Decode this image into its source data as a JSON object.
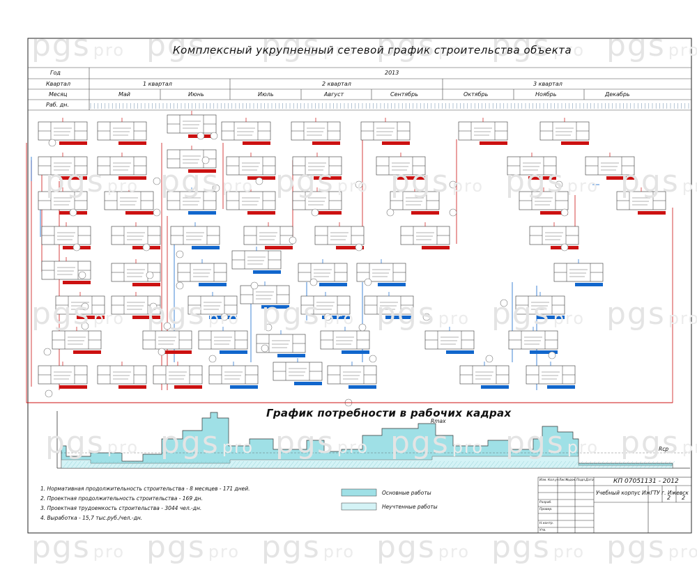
{
  "watermark": {
    "brand": "pgs",
    "suffix": "pro"
  },
  "diagram": {
    "title": "Комплексный укрупненный сетевой график строительства объекта"
  },
  "calendar": {
    "row_labels": [
      "Год",
      "Квартал",
      "Месяц",
      "Раб. дн."
    ],
    "year": "2013",
    "quarters": [
      "1 квартал",
      "2 квартал",
      "3 квартал"
    ],
    "months": [
      "Май",
      "Июнь",
      "Июль",
      "Август",
      "Сентябрь",
      "Октябрь",
      "Ноябрь",
      "Декабрь"
    ]
  },
  "chart_data": {
    "type": "area",
    "title": "График потребности в рабочих кадрах",
    "series": [
      {
        "name": "Основные работы",
        "color": "#9fe0e6"
      },
      {
        "name": "Неучтенные работы",
        "color": "#d4f3f6"
      }
    ],
    "annotations": [
      "Rmax",
      "Rср"
    ]
  },
  "notes": [
    "1. Нормативная продолжительность строительства   - 8 месяцев - 171 дней.",
    "2. Проектная продолжительность строительства   - 169 дн.",
    "3. Проектная трудоемкость строительства   - 3044 чел.-дн.",
    "4. Выработка - 15,7 тыс.руб./чел.-дн."
  ],
  "legend": {
    "main_works": "Основные работы",
    "other_works": "Неучтенные работы"
  },
  "title_block": {
    "code": "КП 07051131 - 2012",
    "object": "Учебный корпус ИжГТУ г. Ижевск",
    "sheet": "2",
    "sheets": "2",
    "row_labels": [
      "Изм.",
      "Кол.уч",
      "Лист",
      "№док.",
      "Подп.",
      "Дата",
      "Разраб.",
      "Провер.",
      "Н.контр.",
      "Утв."
    ]
  },
  "colors": {
    "critical": "#cc1111",
    "noncritical": "#1166cc",
    "fill_main": "#9fe0e6",
    "fill_other": "#d4f3f6"
  }
}
